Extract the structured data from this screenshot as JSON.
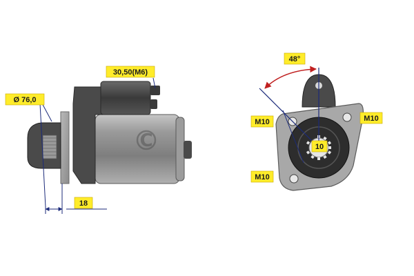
{
  "labels": {
    "diameter": "Ø 76,0",
    "terminal": "30,50(M6)",
    "flange_offset": "18",
    "angle": "48°",
    "bolt_top_left": "M10",
    "bolt_right": "M10",
    "bolt_bottom_left": "M10",
    "pinion_teeth": "10"
  },
  "colors": {
    "label_tag": "#ffec2a",
    "dimension_line": "#1b2a7a",
    "angle_arrow": "#c02020",
    "body_gray": "#8a8a8a",
    "dark": "#333333"
  },
  "icons": {
    "watermark": "copyright-icon"
  }
}
